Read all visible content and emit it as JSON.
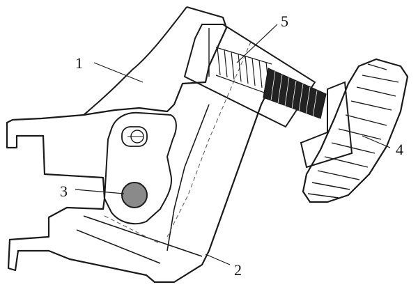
{
  "callouts": [
    {
      "id": "1",
      "label": "1"
    },
    {
      "id": "2",
      "label": "2"
    },
    {
      "id": "3",
      "label": "3"
    },
    {
      "id": "4",
      "label": "4"
    },
    {
      "id": "5",
      "label": "5"
    }
  ],
  "colors": {
    "line": "#1a1a1a",
    "pin": "#8a8a8a",
    "thread": "#222222",
    "background": "#ffffff"
  }
}
